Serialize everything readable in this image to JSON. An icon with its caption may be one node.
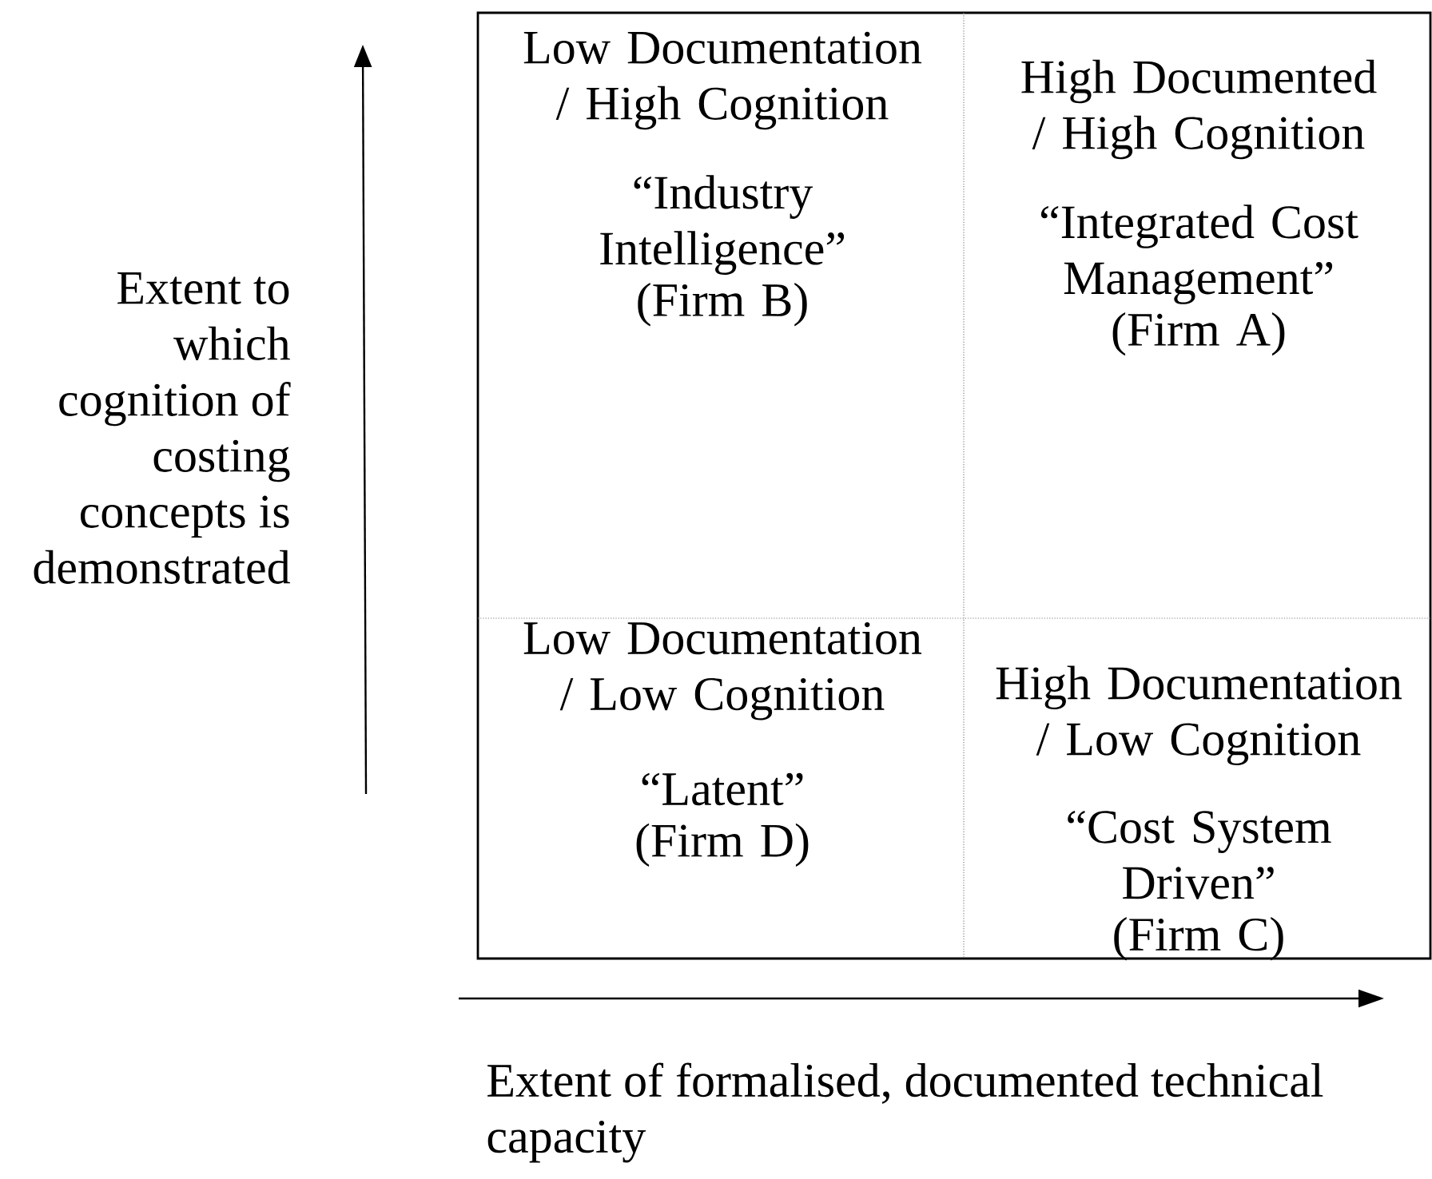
{
  "diagram": {
    "nodes": [
      {
        "text": [
          "Low Documentation / High Cognition",
          "“Industry Intelligence”",
          "(Firm B)"
        ]
      },
      {
        "text": [
          "High Documented / High Cognition",
          "“Integrated Cost Management”",
          "(Firm A)"
        ]
      },
      {
        "text": [
          "Low Documentation / Low Cognition",
          "“Latent”",
          "(Firm D)"
        ]
      },
      {
        "text": [
          "High Documentation / Low Cognition",
          "“Cost System Driven”",
          "(Firm C)"
        ]
      }
    ],
    "labels": [
      "Extent to which cognition of costing concepts is demonstrated",
      "Extent of formalised, documented technical capacity"
    ]
  }
}
